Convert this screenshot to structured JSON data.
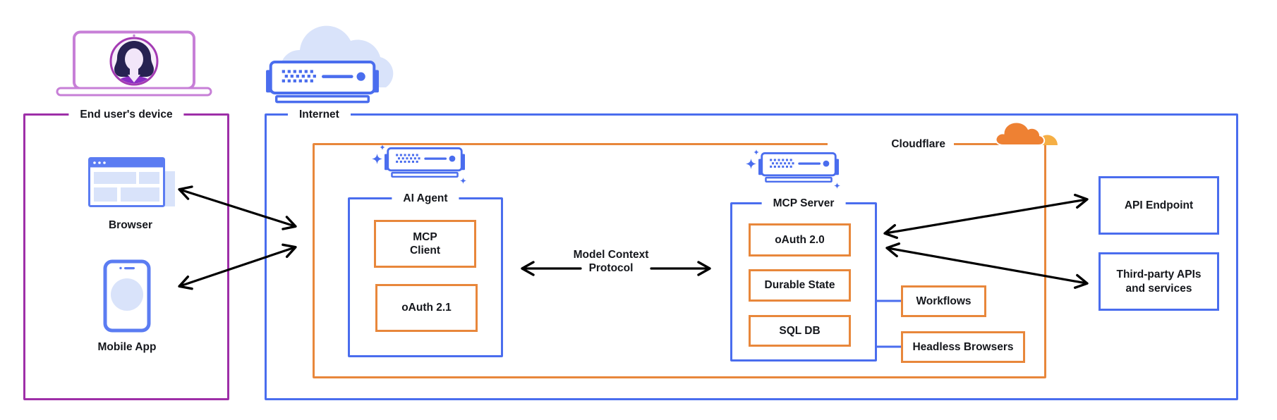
{
  "diagram": {
    "end_user_device": {
      "label": "End user's device",
      "devices": [
        {
          "label": "Browser"
        },
        {
          "label": "Mobile App"
        }
      ]
    },
    "internet": {
      "label": "Internet"
    },
    "cloudflare": {
      "label": "Cloudflare",
      "ai_agent": {
        "label": "AI Agent",
        "components": [
          {
            "label": "MCP Client"
          },
          {
            "label": "oAuth 2.1"
          }
        ]
      },
      "mcp_server": {
        "label": "MCP Server",
        "components": [
          {
            "label": "oAuth 2.0"
          },
          {
            "label": "Durable State"
          },
          {
            "label": "SQL DB"
          }
        ],
        "services": [
          {
            "label": "Workflows"
          },
          {
            "label": "Headless Browsers"
          }
        ]
      }
    },
    "external": [
      {
        "label": "API Endpoint"
      },
      {
        "label": "Third-party APIs and services"
      }
    ],
    "protocol": {
      "label": "Model Context Protocol"
    },
    "icons": [
      "laptop-user-icon",
      "internet-router-icon",
      "ai-agent-server-icon",
      "mcp-server-icon",
      "browser-window-icon",
      "mobile-phone-icon",
      "cloudflare-logo-icon",
      "sparkle-icon"
    ],
    "colors": {
      "blue": "#4a6dee",
      "light_blue": "#d9e3fa",
      "header_blue": "#5b7cf2",
      "orange": "#e8873b",
      "cloudflare_orange": "#ee8133",
      "cloudflare_light": "#f5af45",
      "purple": "#9e2fa8",
      "laptop_purple": "#c77fd7",
      "text": "#15171c",
      "arrow": "#000000"
    }
  }
}
